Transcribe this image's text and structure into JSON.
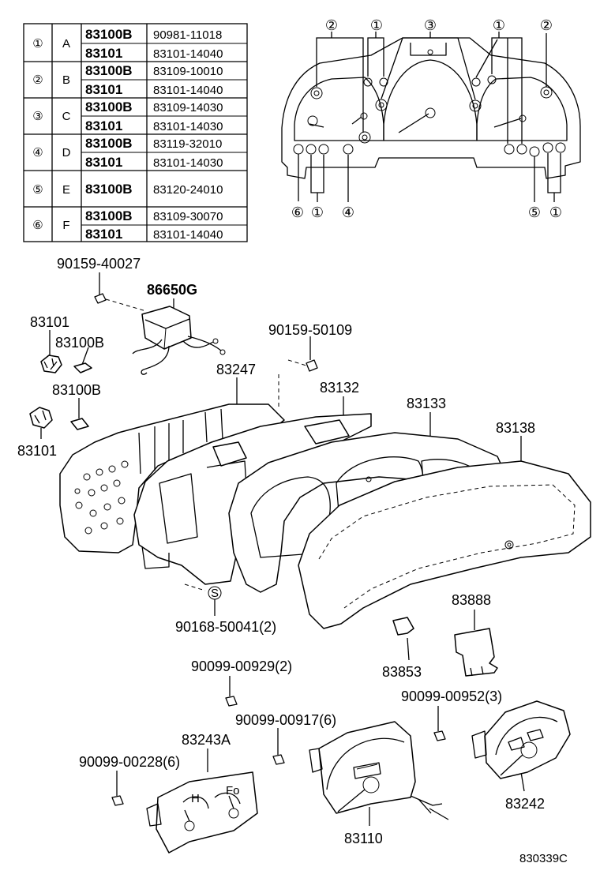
{
  "bulb_table": {
    "rows": [
      {
        "mark": "①",
        "letter": "A",
        "entries": [
          [
            "83100B",
            "90981-11018"
          ],
          [
            "83101",
            "83101-14040"
          ]
        ]
      },
      {
        "mark": "②",
        "letter": "B",
        "entries": [
          [
            "83100B",
            "83109-10010"
          ],
          [
            "83101",
            "83101-14040"
          ]
        ]
      },
      {
        "mark": "③",
        "letter": "C",
        "entries": [
          [
            "83100B",
            "83109-14030"
          ],
          [
            "83101",
            "83101-14030"
          ]
        ]
      },
      {
        "mark": "④",
        "letter": "D",
        "entries": [
          [
            "83100B",
            "83119-32010"
          ],
          [
            "83101",
            "83101-14030"
          ]
        ]
      },
      {
        "mark": "⑤",
        "letter": "E",
        "entries": [
          [
            "83100B",
            "83120-24010"
          ]
        ]
      },
      {
        "mark": "⑥",
        "letter": "F",
        "entries": [
          [
            "83100B",
            "83109-30070"
          ],
          [
            "83101",
            "83101-14040"
          ]
        ]
      }
    ]
  },
  "cluster_view": {
    "top_marks": [
      "②",
      "①",
      "③",
      "①",
      "②"
    ],
    "bottom_marks": [
      "⑥",
      "①",
      "④",
      "⑤",
      "①"
    ]
  },
  "labels": {
    "p90159_40027": "90159-40027",
    "p86650G": "86650G",
    "p83101_a": "83101",
    "p83100B_a": "83100B",
    "p90159_50109": "90159-50109",
    "p83247": "83247",
    "p83132": "83132",
    "p83133": "83133",
    "p83100B_b": "83100B",
    "p83138": "83138",
    "p83101_b": "83101",
    "s_mark": "S",
    "p90168_50041": "90168-50041(2)",
    "p83888": "83888",
    "p83853": "83853",
    "p90099_00929": "90099-00929(2)",
    "p90099_00952": "90099-00952(3)",
    "p90099_00917": "90099-00917(6)",
    "p83243A": "83243A",
    "p90099_00228": "90099-00228(6)",
    "p83242": "83242",
    "p83110": "83110",
    "gauge_h": "H",
    "gauge_fo": "Fo",
    "drawing_code": "830339C"
  }
}
